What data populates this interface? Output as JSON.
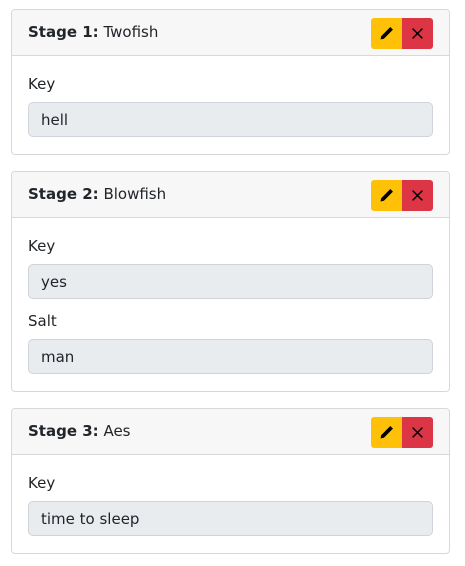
{
  "stages": [
    {
      "number_label": "Stage 1:",
      "name": "Twofish",
      "fields": [
        {
          "label": "Key",
          "value": "hell"
        }
      ]
    },
    {
      "number_label": "Stage 2:",
      "name": "Blowfish",
      "fields": [
        {
          "label": "Key",
          "value": "yes"
        },
        {
          "label": "Salt",
          "value": "man"
        }
      ]
    },
    {
      "number_label": "Stage 3:",
      "name": "Aes",
      "fields": [
        {
          "label": "Key",
          "value": "time to sleep"
        }
      ]
    }
  ],
  "icons": {
    "edit": "pencil-icon",
    "delete": "close-icon"
  },
  "colors": {
    "edit_button": "#ffc107",
    "delete_button": "#dc3545",
    "field_background": "#e9ecef",
    "header_background": "#f7f7f7"
  }
}
